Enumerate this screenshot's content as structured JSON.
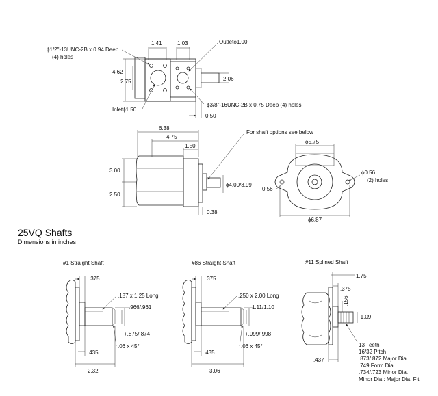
{
  "section": {
    "title": "25VQ Shafts",
    "subtitle": "Dimensions in inches"
  },
  "top_view": {
    "dim_141": "1.41",
    "dim_103": "1.03",
    "outlet": "Outlet",
    "outlet_dia": "1.00",
    "tap_note": "1/2\"-13UNC-2B x 0.94 Deep",
    "tap_holes": "(4) holes",
    "dim_462": "4.62",
    "dim_275": "2.75",
    "dim_206": "2.06",
    "inlet": "Inlet",
    "inlet_dia": "1.50",
    "tap_note2": "3/8\"-16UNC-2B x 0.75 Deep (4) holes",
    "dim_050": "0.50"
  },
  "side_view": {
    "dim_638": "6.38",
    "dim_475": "4.75",
    "dim_150": "1.50",
    "dim_300": "3.00",
    "dim_250": "2.50",
    "shaft_dia": "4.00/3.99",
    "dim_038": "0.38",
    "shaft_note": "For shaft options see below"
  },
  "end_view": {
    "dim_575": "5.75",
    "dim_056_hole": "0.56",
    "holes": "(2) holes",
    "dim_056": "0.56",
    "dim_687": "6.87"
  },
  "shafts": [
    {
      "title": "#1 Straight Shaft",
      "dim_375": ".375",
      "key": ".187 x 1.25 Long",
      "dia1": ".966/.961",
      "dia2": ".875/.874",
      "chamfer": ".06 x 45°",
      "dim_435": ".435",
      "length": "2.32"
    },
    {
      "title": "#86 Straight Shaft",
      "dim_375": ".375",
      "key": ".250 x 2.00 Long",
      "dia1": "1.11/1.10",
      "dia2": ".999/.998",
      "chamfer": ".06 x 45°",
      "dim_435": ".435",
      "length": "3.06"
    },
    {
      "title": "#11 Splined Shaft",
      "dim_175": "1.75",
      "dim_375": ".375",
      "dim_156": ".156",
      "dia": "1.09",
      "dim_437": ".437",
      "spline_notes": [
        "13 Teeth",
        "16/32 Pitch",
        ".873/.872 Major Dia.",
        ".749 Form Dia.",
        ".734/.723 Minor Dia.",
        "Minor Dia.: Major Dia. Fit"
      ]
    }
  ],
  "symbols": {
    "diameter": "ϕ"
  }
}
